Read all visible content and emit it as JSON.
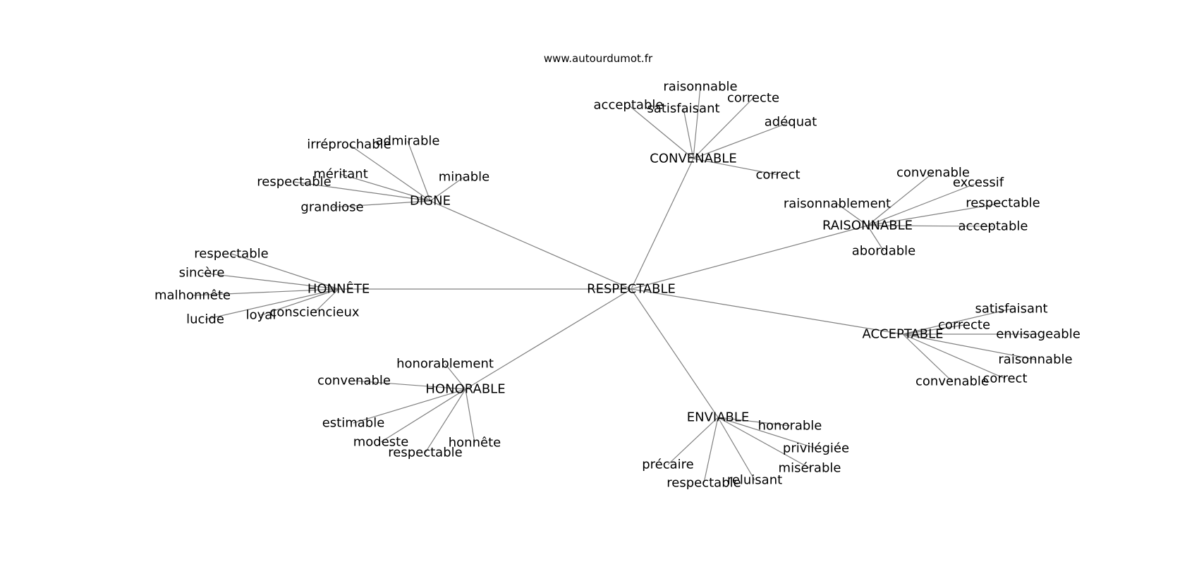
{
  "source_label": "www.autourdumot.fr",
  "colors": {
    "edge": "#808080",
    "text": "#000000",
    "background": "#ffffff"
  },
  "graph": {
    "center": "RESPECTABLE",
    "clusters": [
      {
        "hub": "DIGNE",
        "leaves": [
          "irréprochable",
          "admirable",
          "minable",
          "méritant",
          "respectable",
          "grandiose"
        ]
      },
      {
        "hub": "CONVENABLE",
        "leaves": [
          "acceptable",
          "raisonnable",
          "satisfaisant",
          "correcte",
          "adéquat",
          "correct"
        ]
      },
      {
        "hub": "RAISONNABLE",
        "leaves": [
          "convenable",
          "excessif",
          "raisonnablement",
          "respectable",
          "acceptable",
          "abordable"
        ]
      },
      {
        "hub": "HONNÊTE",
        "leaves": [
          "respectable",
          "sincère",
          "malhonnête",
          "lucide",
          "loyal",
          "consciencieux"
        ]
      },
      {
        "hub": "ACCEPTABLE",
        "leaves": [
          "satisfaisant",
          "correcte",
          "envisageable",
          "raisonnable",
          "convenable",
          "correct"
        ]
      },
      {
        "hub": "HONORABLE",
        "leaves": [
          "honorablement",
          "convenable",
          "estimable",
          "modeste",
          "respectable",
          "honnête"
        ]
      },
      {
        "hub": "ENVIABLE",
        "leaves": [
          "honorable",
          "privilégiée",
          "misérable",
          "précaire",
          "respectable",
          "reluisant"
        ]
      }
    ]
  }
}
